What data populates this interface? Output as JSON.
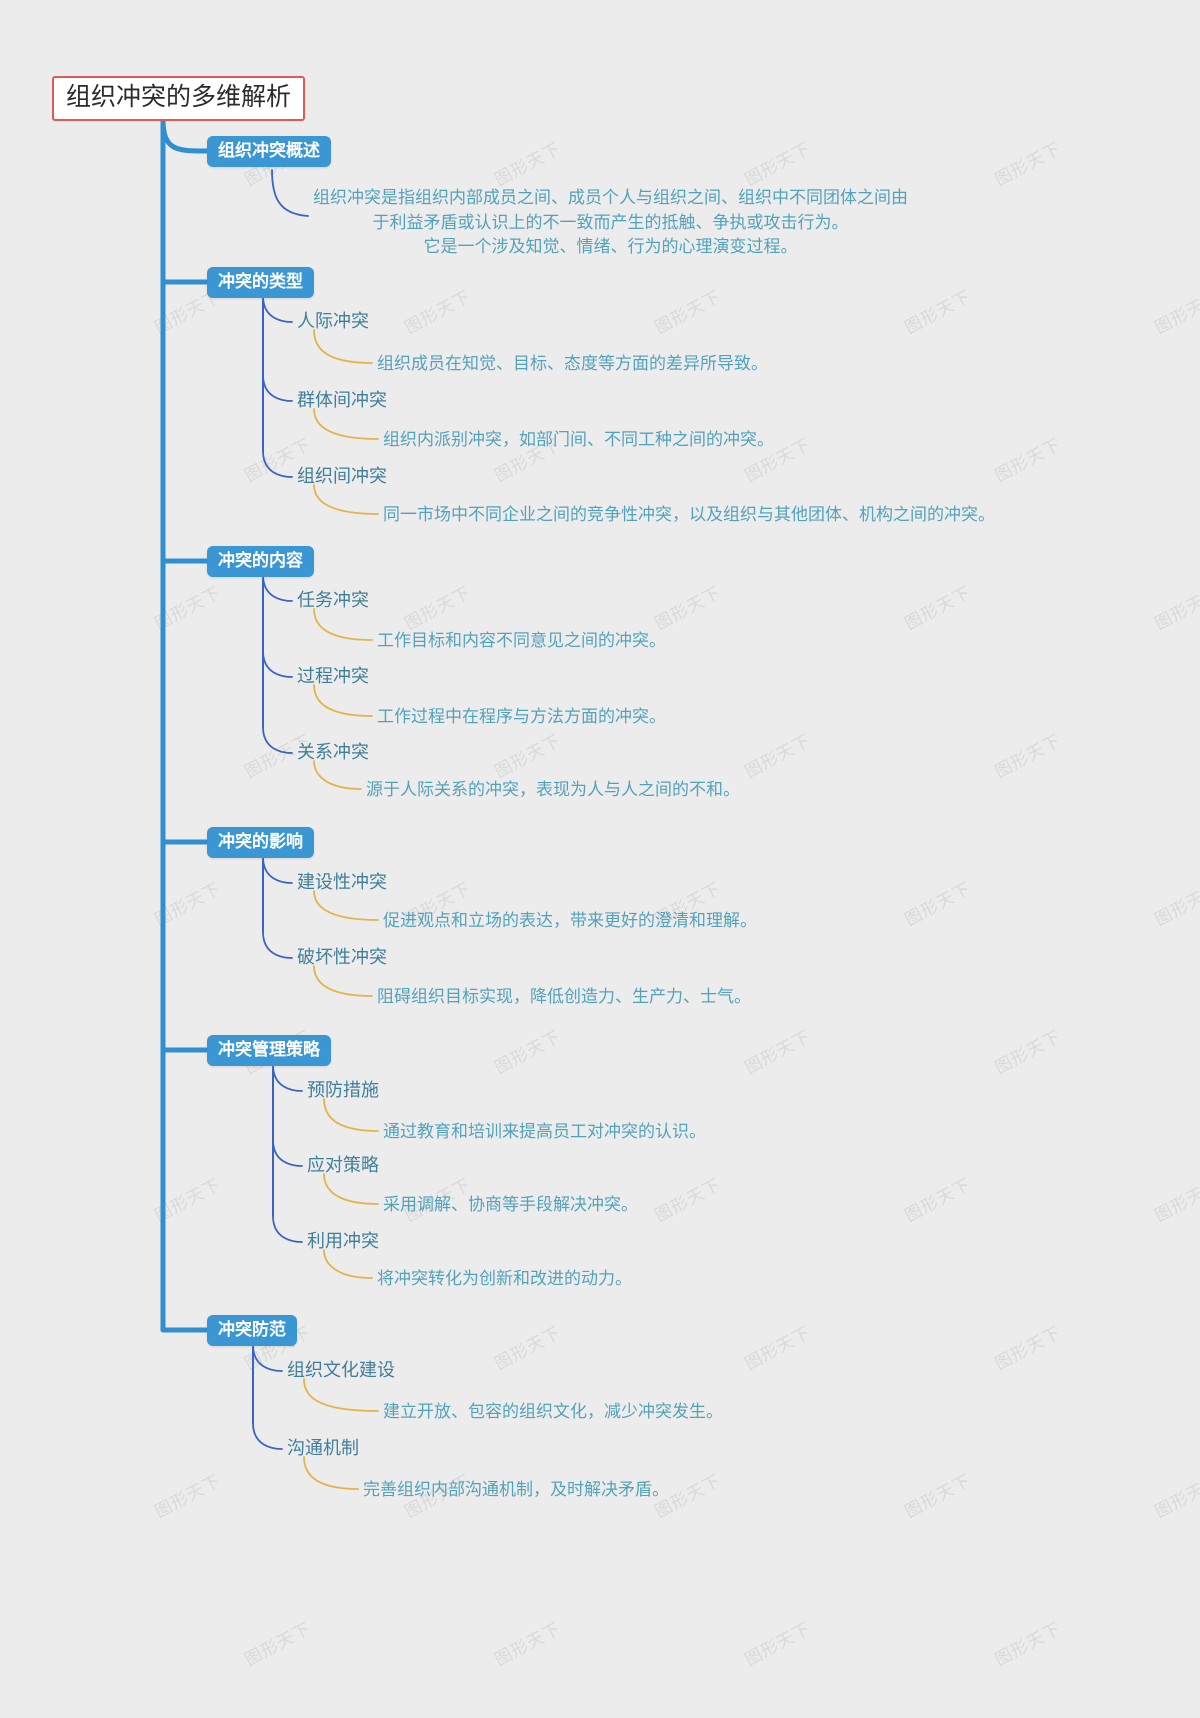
{
  "title": "组织冲突的多维解析",
  "colors": {
    "background": "#ececec",
    "root_border": "#e05a4f",
    "root_fill": "#ffffff",
    "branch_fill": "#3a97d4",
    "branch_text": "#ffffff",
    "topic_text": "#3f7f9c",
    "detail_text": "#53a2bc",
    "trunk_edge": "#2f8fd0",
    "topic_edge": "#3b63c4",
    "detail_edge": "#e2b44a"
  },
  "watermark": "图形天下",
  "root": {
    "label": "组织冲突的多维解析"
  },
  "branches": [
    {
      "label": "组织冲突概述",
      "detail": "组织冲突是指组织内部成员之间、成员个人与组织之间、组织中不同团体之间由\n于利益矛盾或认识上的不一致而产生的抵触、争执或攻击行为。\n它是一个涉及知觉、情绪、行为的心理演变过程。",
      "topics": []
    },
    {
      "label": "冲突的类型",
      "topics": [
        {
          "label": "人际冲突",
          "detail": "组织成员在知觉、目标、态度等方面的差异所导致。"
        },
        {
          "label": "群体间冲突",
          "detail": "组织内派别冲突，如部门间、不同工种之间的冲突。"
        },
        {
          "label": "组织间冲突",
          "detail": "同一市场中不同企业之间的竞争性冲突，以及组织与其他团体、机构之间的冲突。"
        }
      ]
    },
    {
      "label": "冲突的内容",
      "topics": [
        {
          "label": "任务冲突",
          "detail": "工作目标和内容不同意见之间的冲突。"
        },
        {
          "label": "过程冲突",
          "detail": "工作过程中在程序与方法方面的冲突。"
        },
        {
          "label": "关系冲突",
          "detail": "源于人际关系的冲突，表现为人与人之间的不和。"
        }
      ]
    },
    {
      "label": "冲突的影响",
      "topics": [
        {
          "label": "建设性冲突",
          "detail": "促进观点和立场的表达，带来更好的澄清和理解。"
        },
        {
          "label": "破坏性冲突",
          "detail": "阻碍组织目标实现，降低创造力、生产力、士气。"
        }
      ]
    },
    {
      "label": "冲突管理策略",
      "topics": [
        {
          "label": "预防措施",
          "detail": "通过教育和培训来提高员工对冲突的认识。"
        },
        {
          "label": "应对策略",
          "detail": "采用调解、协商等手段解决冲突。"
        },
        {
          "label": "利用冲突",
          "detail": "将冲突转化为创新和改进的动力。"
        }
      ]
    },
    {
      "label": "冲突防范",
      "topics": [
        {
          "label": "组织文化建设",
          "detail": "建立开放、包容的组织文化，减少冲突发生。"
        },
        {
          "label": "沟通机制",
          "detail": "完善组织内部沟通机制，及时解决矛盾。"
        }
      ]
    }
  ]
}
